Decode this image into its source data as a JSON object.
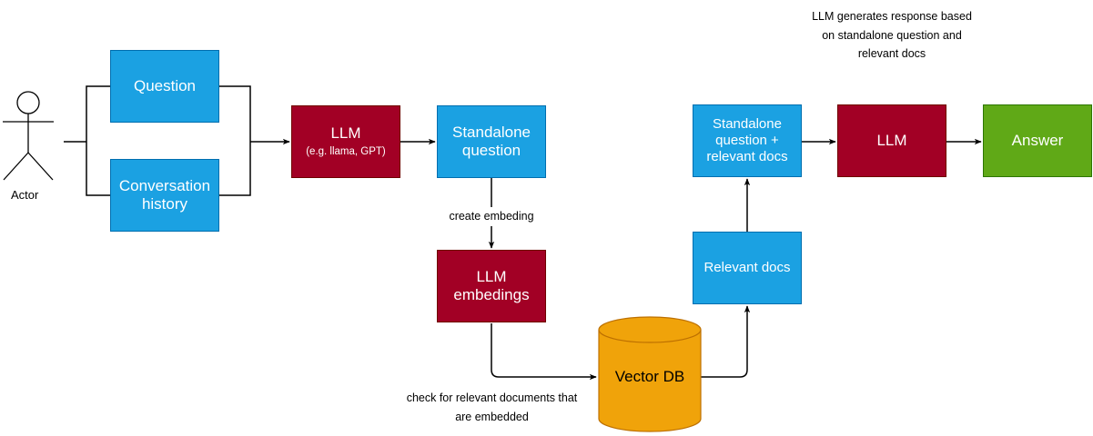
{
  "actor": {
    "label": "Actor"
  },
  "boxes": {
    "question": "Question",
    "conversation_history": "Conversation history",
    "llm_1": {
      "title": "LLM",
      "subtitle": "(e.g. llama, GPT)"
    },
    "standalone_question": "Standalone question",
    "llm_embedings": "LLM embedings",
    "vector_db": "Vector DB",
    "relevant_docs": "Relevant docs",
    "standalone_plus_docs": "Standalone question + relevant docs",
    "llm_2": "LLM",
    "answer": "Answer"
  },
  "edge_labels": {
    "create_embeding": "create embeding",
    "check_relevant": "check for relevant documents that are embedded",
    "llm_generates": "LLM generates response based on standalone question and relevant docs"
  },
  "colors": {
    "blue": "#1ba1e2",
    "red": "#a20025",
    "green": "#60a917",
    "orange": "#f0a30a"
  }
}
